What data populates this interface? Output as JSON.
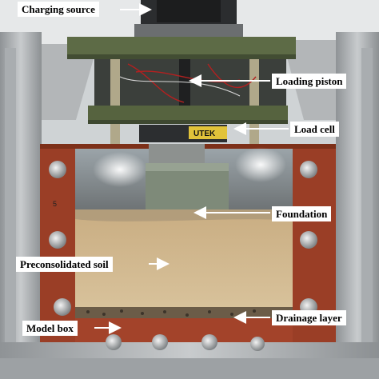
{
  "figure": {
    "labels": {
      "charging_source": "Charging source",
      "loading_piston": "Loading piston",
      "load_cell": "Load cell",
      "foundation": "Foundation",
      "preconsolidated_soil": "Preconsolidated soil",
      "drainage_layer": "Drainage layer",
      "model_box": "Model box"
    },
    "load_cell_brand": "UTEK",
    "left_panel_number": "5"
  },
  "colors": {
    "callout_background": "#ffffff",
    "callout_text": "#000000",
    "arrow": "#ffffff",
    "frame_aluminum": "#b9bcbf",
    "plate_green": "#5d6b46",
    "model_box_red": "#9a3e26",
    "soil": "#cdb48c"
  }
}
